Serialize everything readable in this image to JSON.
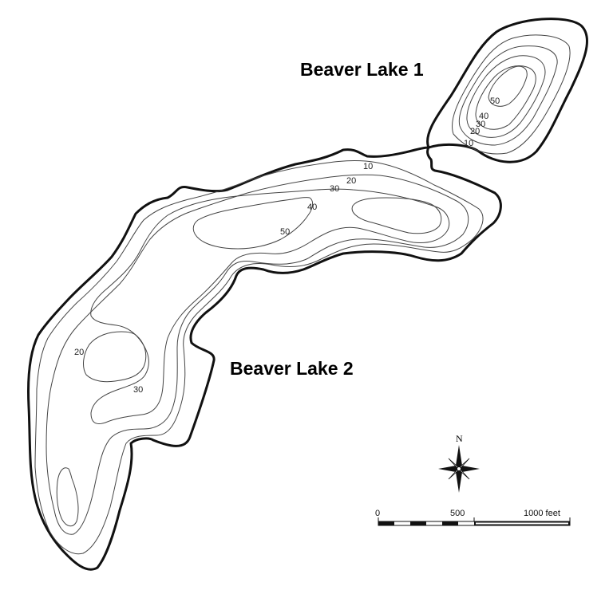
{
  "lakes": [
    {
      "name": "Beaver Lake 1",
      "depth_labels": [
        "50",
        "40",
        "30",
        "20",
        "10"
      ]
    },
    {
      "name": "Beaver Lake 2",
      "depth_labels": [
        "10",
        "20",
        "30",
        "40",
        "50",
        "20",
        "30"
      ]
    }
  ],
  "compass": {
    "north_label": "N"
  },
  "scale_bar": {
    "labels": [
      "0",
      "500",
      "1000 feet"
    ],
    "max_feet": 1000
  }
}
